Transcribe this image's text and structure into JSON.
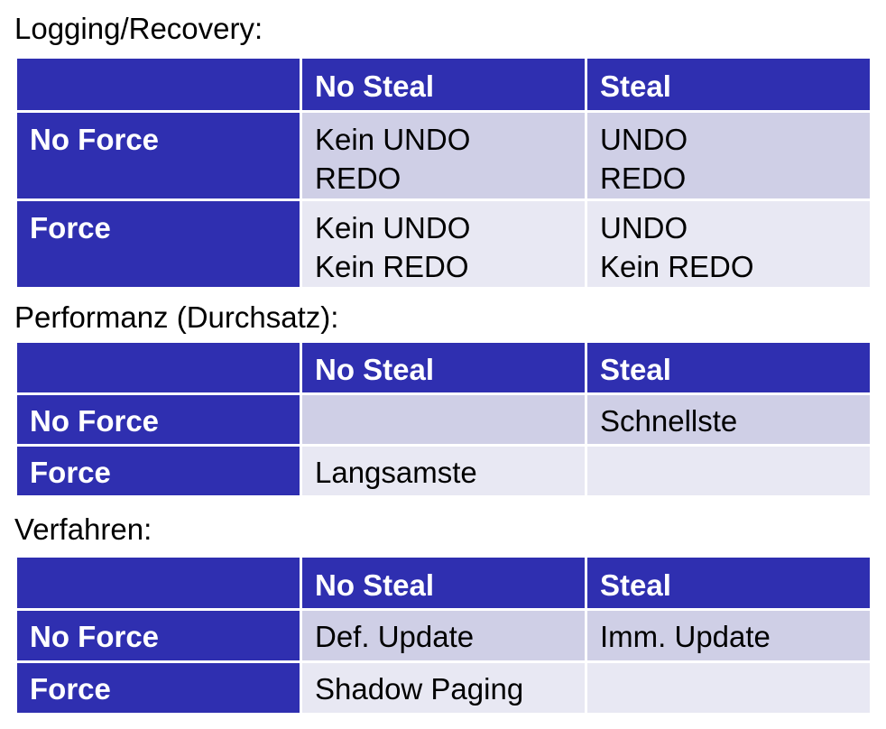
{
  "sections": [
    {
      "heading": "Logging/Recovery:",
      "col_headers": [
        "No Steal",
        "Steal"
      ],
      "rows": [
        {
          "label": "No Force",
          "cells": [
            {
              "lines": [
                "Kein UNDO",
                "REDO"
              ]
            },
            {
              "lines": [
                "UNDO",
                "REDO"
              ]
            }
          ]
        },
        {
          "label": "Force",
          "cells": [
            {
              "lines": [
                "Kein UNDO",
                "Kein REDO"
              ]
            },
            {
              "lines": [
                "UNDO",
                "Kein REDO"
              ]
            }
          ]
        }
      ]
    },
    {
      "heading": "Performanz (Durchsatz):",
      "col_headers": [
        "No Steal",
        "Steal"
      ],
      "rows": [
        {
          "label": "No Force",
          "cells": [
            {
              "lines": [
                ""
              ]
            },
            {
              "lines": [
                "Schnellste"
              ]
            }
          ]
        },
        {
          "label": "Force",
          "cells": [
            {
              "lines": [
                "Langsamste"
              ]
            },
            {
              "lines": [
                ""
              ]
            }
          ]
        }
      ]
    },
    {
      "heading": "Verfahren:",
      "col_headers": [
        "No Steal",
        "Steal"
      ],
      "rows": [
        {
          "label": "No Force",
          "cells": [
            {
              "lines": [
                "Def. Update"
              ]
            },
            {
              "lines": [
                "Imm. Update"
              ]
            }
          ]
        },
        {
          "label": "Force",
          "cells": [
            {
              "lines": [
                "Shadow Paging"
              ]
            },
            {
              "lines": [
                ""
              ]
            }
          ]
        }
      ]
    }
  ],
  "colors": {
    "header_blue": "#2f2fb0",
    "row_light_1": "#cfcfe6",
    "row_light_2": "#e8e8f3",
    "text_white": "#ffffff",
    "text_black": "#000000"
  }
}
